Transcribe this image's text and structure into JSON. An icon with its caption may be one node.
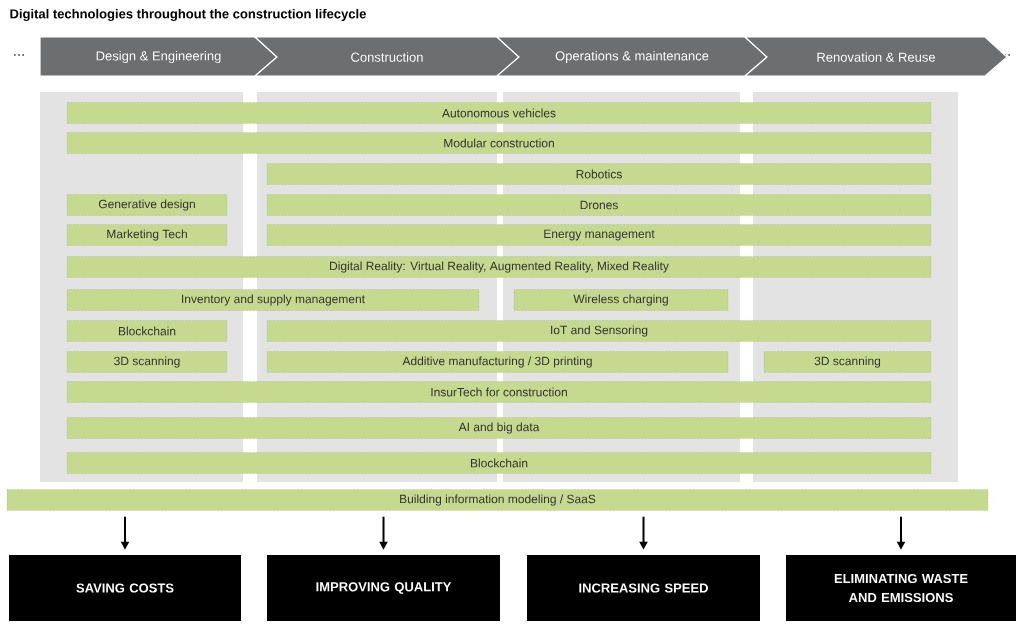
{
  "diagram": {
    "title": "Digital technologies throughout the construction lifecycle",
    "nodes": [
      {
        "text": [
          "Design & Engineering"
        ]
      },
      {
        "text": [
          "Construction"
        ]
      },
      {
        "text": [
          "Operations & maintenance"
        ]
      },
      {
        "text": [
          "Renovation & Reuse"
        ]
      },
      {
        "text": [
          "Autonomous vehicles"
        ]
      },
      {
        "text": [
          "Modular construction"
        ]
      },
      {
        "text": [
          "Robotics"
        ]
      },
      {
        "text": [
          "Generative design"
        ]
      },
      {
        "text": [
          "Drones"
        ]
      },
      {
        "text": [
          "Marketing Tech"
        ]
      },
      {
        "text": [
          "Energy management"
        ]
      },
      {
        "text": [
          "Digital Reality: Virtual Reality, Augmented Reality, Mixed Reality"
        ]
      },
      {
        "text": [
          "Inventory and supply management"
        ]
      },
      {
        "text": [
          "Wireless charging"
        ]
      },
      {
        "text": [
          "Blockchain"
        ]
      },
      {
        "text": [
          "IoT and Sensoring"
        ]
      },
      {
        "text": [
          "3D scanning"
        ]
      },
      {
        "text": [
          "Additive manufacturing / 3D printing"
        ]
      },
      {
        "text": [
          "3D scanning"
        ]
      },
      {
        "text": [
          "InsurTech for construction"
        ]
      },
      {
        "text": [
          "AI and big data"
        ]
      },
      {
        "text": [
          "Blockchain"
        ]
      },
      {
        "text": [
          "Building information modeling / SaaS"
        ]
      },
      {
        "text": [
          "SAVING COSTS"
        ]
      },
      {
        "text": [
          "IMPROVING QUALITY"
        ]
      },
      {
        "text": [
          "INCREASING SPEED"
        ]
      },
      {
        "text": [
          "ELIMINATING WASTE AND EMISSIONS"
        ]
      }
    ],
    "edges": [
      {
        "from": 22,
        "to": 23,
        "arrow": "to"
      },
      {
        "from": 22,
        "to": 24,
        "arrow": "to"
      },
      {
        "from": 22,
        "to": 25,
        "arrow": "to"
      },
      {
        "from": 22,
        "to": 26,
        "arrow": "to"
      }
    ],
    "labels": [
      "…",
      "…"
    ]
  }
}
